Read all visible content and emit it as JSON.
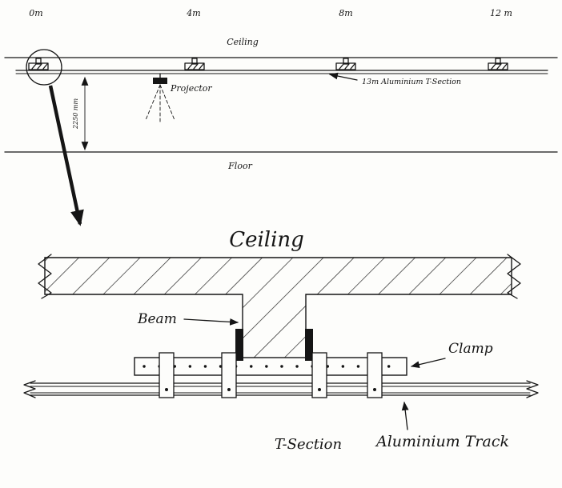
{
  "overview": {
    "distance_labels": [
      "0m",
      "4m",
      "8m",
      "12 m"
    ],
    "ceiling_label": "Ceiling",
    "projector_label": "Projector",
    "track_label": "13m Aluminium T-Section",
    "dimension_label": "2250 mm",
    "floor_label": "Floor"
  },
  "detail": {
    "ceiling_label": "Ceiling",
    "beam_label": "Beam",
    "clamp_label": "Clamp",
    "tsection_label": "T-Section",
    "track_label": "Aluminium Track"
  },
  "colors": {
    "ink": "#151515",
    "paper": "#fdfdfb"
  }
}
